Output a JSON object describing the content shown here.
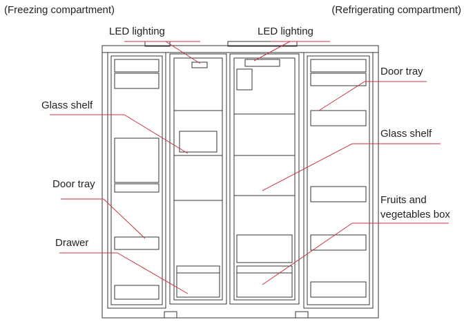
{
  "labels": {
    "freezing_compartment": "(Freezing compartment)",
    "refrigerating_compartment": "(Refrigerating compartment)",
    "led_lighting_left": "LED lighting",
    "led_lighting_right": "LED lighting",
    "glass_shelf_left": "Glass shelf",
    "door_tray_left": "Door tray",
    "drawer": "Drawer",
    "door_tray_right": "Door tray",
    "glass_shelf_right": "Glass shelf",
    "fruits_line1": "Fruits and",
    "fruits_line2": "vegetables box"
  },
  "colors": {
    "outline": "#333333",
    "leader_line": "#c8323c"
  }
}
